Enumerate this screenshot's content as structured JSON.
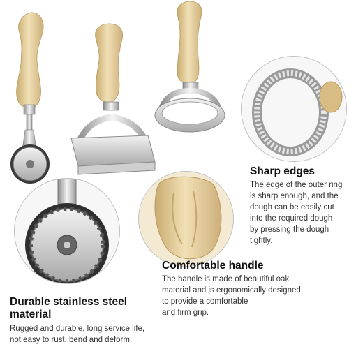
{
  "features": {
    "sharp_edges": {
      "title": "Sharp edges",
      "lines": [
        "The edge of the outer ring",
        "is sharp enough, and the",
        "dough can be easily cut",
        "into the required dough",
        "by pressing the dough",
        "tightly."
      ]
    },
    "comfortable_handle": {
      "title": "Comfortable handle",
      "lines": [
        "The handle is made of beautiful oak",
        "material and is ergonomically designed",
        "to provide a comfortable",
        "and firm grip."
      ]
    },
    "durable_steel": {
      "title_lines": [
        "Durable stainless steel",
        "material"
      ],
      "lines": [
        "Rugged and durable, long service life,",
        "not easy to rust, bend and deform."
      ]
    }
  },
  "colors": {
    "wood": "#e6cf9e",
    "wood_dark": "#c9ab6f",
    "steel": "#d9d9d9",
    "steel_dark": "#8a8a8a",
    "circle_border": "#bdbdbd"
  }
}
